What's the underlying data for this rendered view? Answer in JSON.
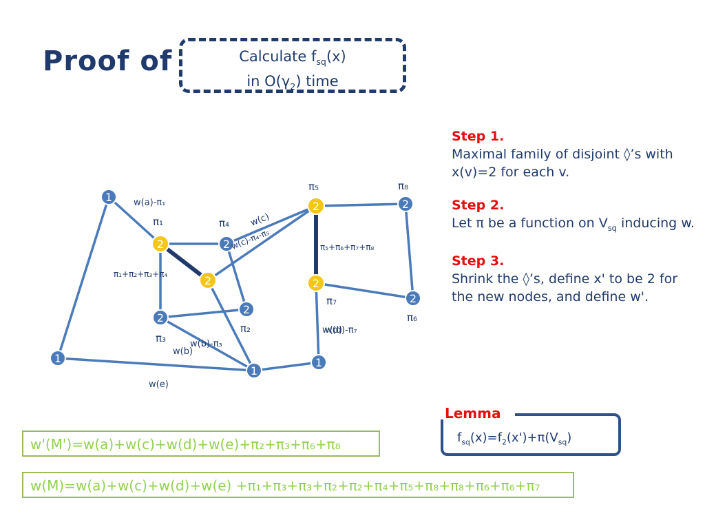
{
  "title": "Proof of",
  "calc_box": {
    "line1": "Calculate f",
    "line1_sub": "sq",
    "line1_tail": "(x)",
    "line2": "in O(γ",
    "line2_sub": "2",
    "line2_tail": ") time"
  },
  "steps": [
    {
      "heading": "Step 1.",
      "text": "Maximal family of disjoint ◊’s with x(v)=2 for each v."
    },
    {
      "heading": "Step 2.",
      "text": "Let π be a function on V",
      "text_sub": "sq",
      "text_tail": " inducing w."
    },
    {
      "heading": "Step 3.",
      "text": "Shrink the ◊’s, define x' to be 2 for the new nodes, and define w'."
    }
  ],
  "lemma": {
    "label": "Lemma",
    "text": "f",
    "sub1": "sq",
    "mid1": "(x)=f",
    "sub2": "2",
    "mid2": "(x')+π(V",
    "sub3": "sq",
    "tail": ")"
  },
  "equations": {
    "eq1": "w'(M')=w(a)+w(c)+w(d)+w(e)+π₂+π₃+π₆+π₈",
    "eq2": "w(M)=w(a)+w(c)+w(d)+w(e) +π₁+π₃+π₃+π₂+π₂+π₄+π₅+π₈+π₈+π₆+π₆+π₇"
  },
  "graph": {
    "colors": {
      "edge": "#4a7ab8",
      "thick_edge": "#1f3a6b",
      "node_blue": "#4a7ab8",
      "node_yellow": "#f5c518",
      "node_stroke": "#ffffff"
    },
    "node_values": {
      "n1": "1",
      "n2": "2",
      "n3": "2",
      "n4": "2",
      "n5": "2",
      "n6": "2",
      "n7": "2",
      "n8": "2",
      "n9": "2",
      "n10": "2",
      "n11": "1",
      "n12": "1",
      "n13": "1"
    },
    "labels": {
      "wa": "w(a)-π₁",
      "pi1": "π₁",
      "pi4": "π₄",
      "wc": "w(c)",
      "wc_pi": "w(c)-π₄-π₅",
      "pi5": "π₅",
      "pi8": "π₈",
      "pi5678": "π₅+π₆+π₇+π₈",
      "pi1234": "π₁+π₂+π₃+π₄",
      "pi7": "π₇",
      "pi6": "π₆",
      "pi2": "π₂",
      "pi3": "π₃",
      "wb": "w(b)",
      "wb_pi": "w(b)-π₃",
      "wd": "w(d)",
      "wd_pi": "w(d)-π₇",
      "we": "w(e)"
    }
  }
}
